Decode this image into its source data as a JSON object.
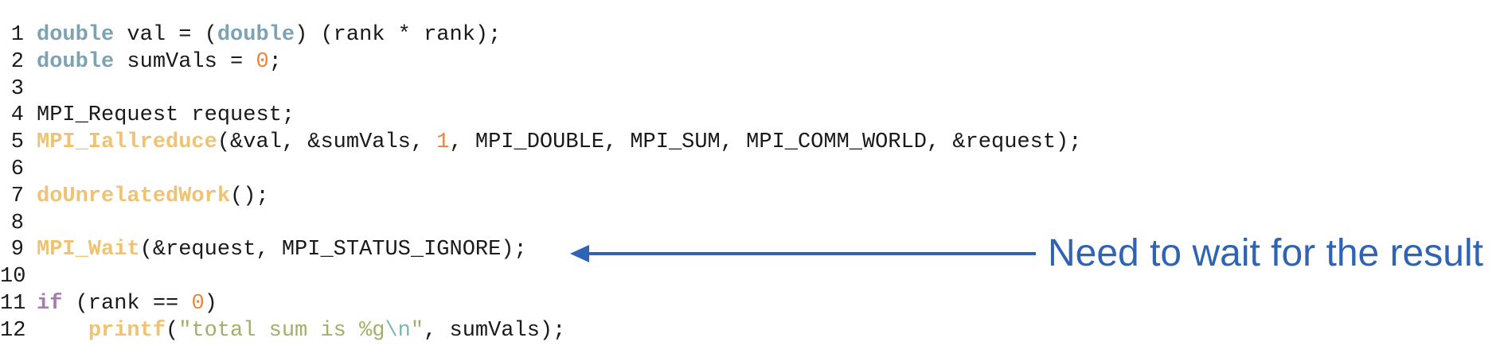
{
  "code_lines": [
    {
      "n": "1",
      "tokens": [
        {
          "t": "double",
          "c": "type"
        },
        {
          "t": " val = (",
          "c": "plain"
        },
        {
          "t": "double",
          "c": "type"
        },
        {
          "t": ") (rank * rank);",
          "c": "plain"
        }
      ]
    },
    {
      "n": "2",
      "tokens": [
        {
          "t": "double",
          "c": "type"
        },
        {
          "t": " sumVals = ",
          "c": "plain"
        },
        {
          "t": "0",
          "c": "num"
        },
        {
          "t": ";",
          "c": "plain"
        }
      ]
    },
    {
      "n": "3",
      "tokens": []
    },
    {
      "n": "4",
      "tokens": [
        {
          "t": "MPI_Request request;",
          "c": "plain"
        }
      ]
    },
    {
      "n": "5",
      "tokens": [
        {
          "t": "MPI_Iallreduce",
          "c": "func"
        },
        {
          "t": "(&val, &sumVals, ",
          "c": "plain"
        },
        {
          "t": "1",
          "c": "num"
        },
        {
          "t": ", MPI_DOUBLE, MPI_SUM, MPI_COMM_WORLD, &request);",
          "c": "plain"
        }
      ]
    },
    {
      "n": "6",
      "tokens": []
    },
    {
      "n": "7",
      "tokens": [
        {
          "t": "doUnrelatedWork",
          "c": "func"
        },
        {
          "t": "();",
          "c": "plain"
        }
      ]
    },
    {
      "n": "8",
      "tokens": []
    },
    {
      "n": "9",
      "tokens": [
        {
          "t": "MPI_Wait",
          "c": "func"
        },
        {
          "t": "(&request, MPI_STATUS_IGNORE);",
          "c": "plain"
        }
      ]
    },
    {
      "n": "10",
      "tokens": []
    },
    {
      "n": "11",
      "tokens": [
        {
          "t": "if",
          "c": "kw"
        },
        {
          "t": " (rank == ",
          "c": "plain"
        },
        {
          "t": "0",
          "c": "num"
        },
        {
          "t": ")",
          "c": "plain"
        }
      ]
    },
    {
      "n": "12",
      "tokens": [
        {
          "t": "    ",
          "c": "plain"
        },
        {
          "t": "printf",
          "c": "func"
        },
        {
          "t": "(",
          "c": "plain"
        },
        {
          "t": "\"total sum is %g",
          "c": "str"
        },
        {
          "t": "\\n",
          "c": "esc"
        },
        {
          "t": "\"",
          "c": "str"
        },
        {
          "t": ", sumVals);",
          "c": "plain"
        }
      ]
    }
  ],
  "annotation": {
    "text": "Need to wait for the result",
    "color": "#2f63b4"
  },
  "colors": {
    "type": "#7da3b3",
    "keyword": "#a97bb0",
    "function": "#efc374",
    "number": "#e6873d",
    "string": "#9fb06b",
    "escape": "#7fb8aa",
    "text": "#1a1a1a"
  }
}
